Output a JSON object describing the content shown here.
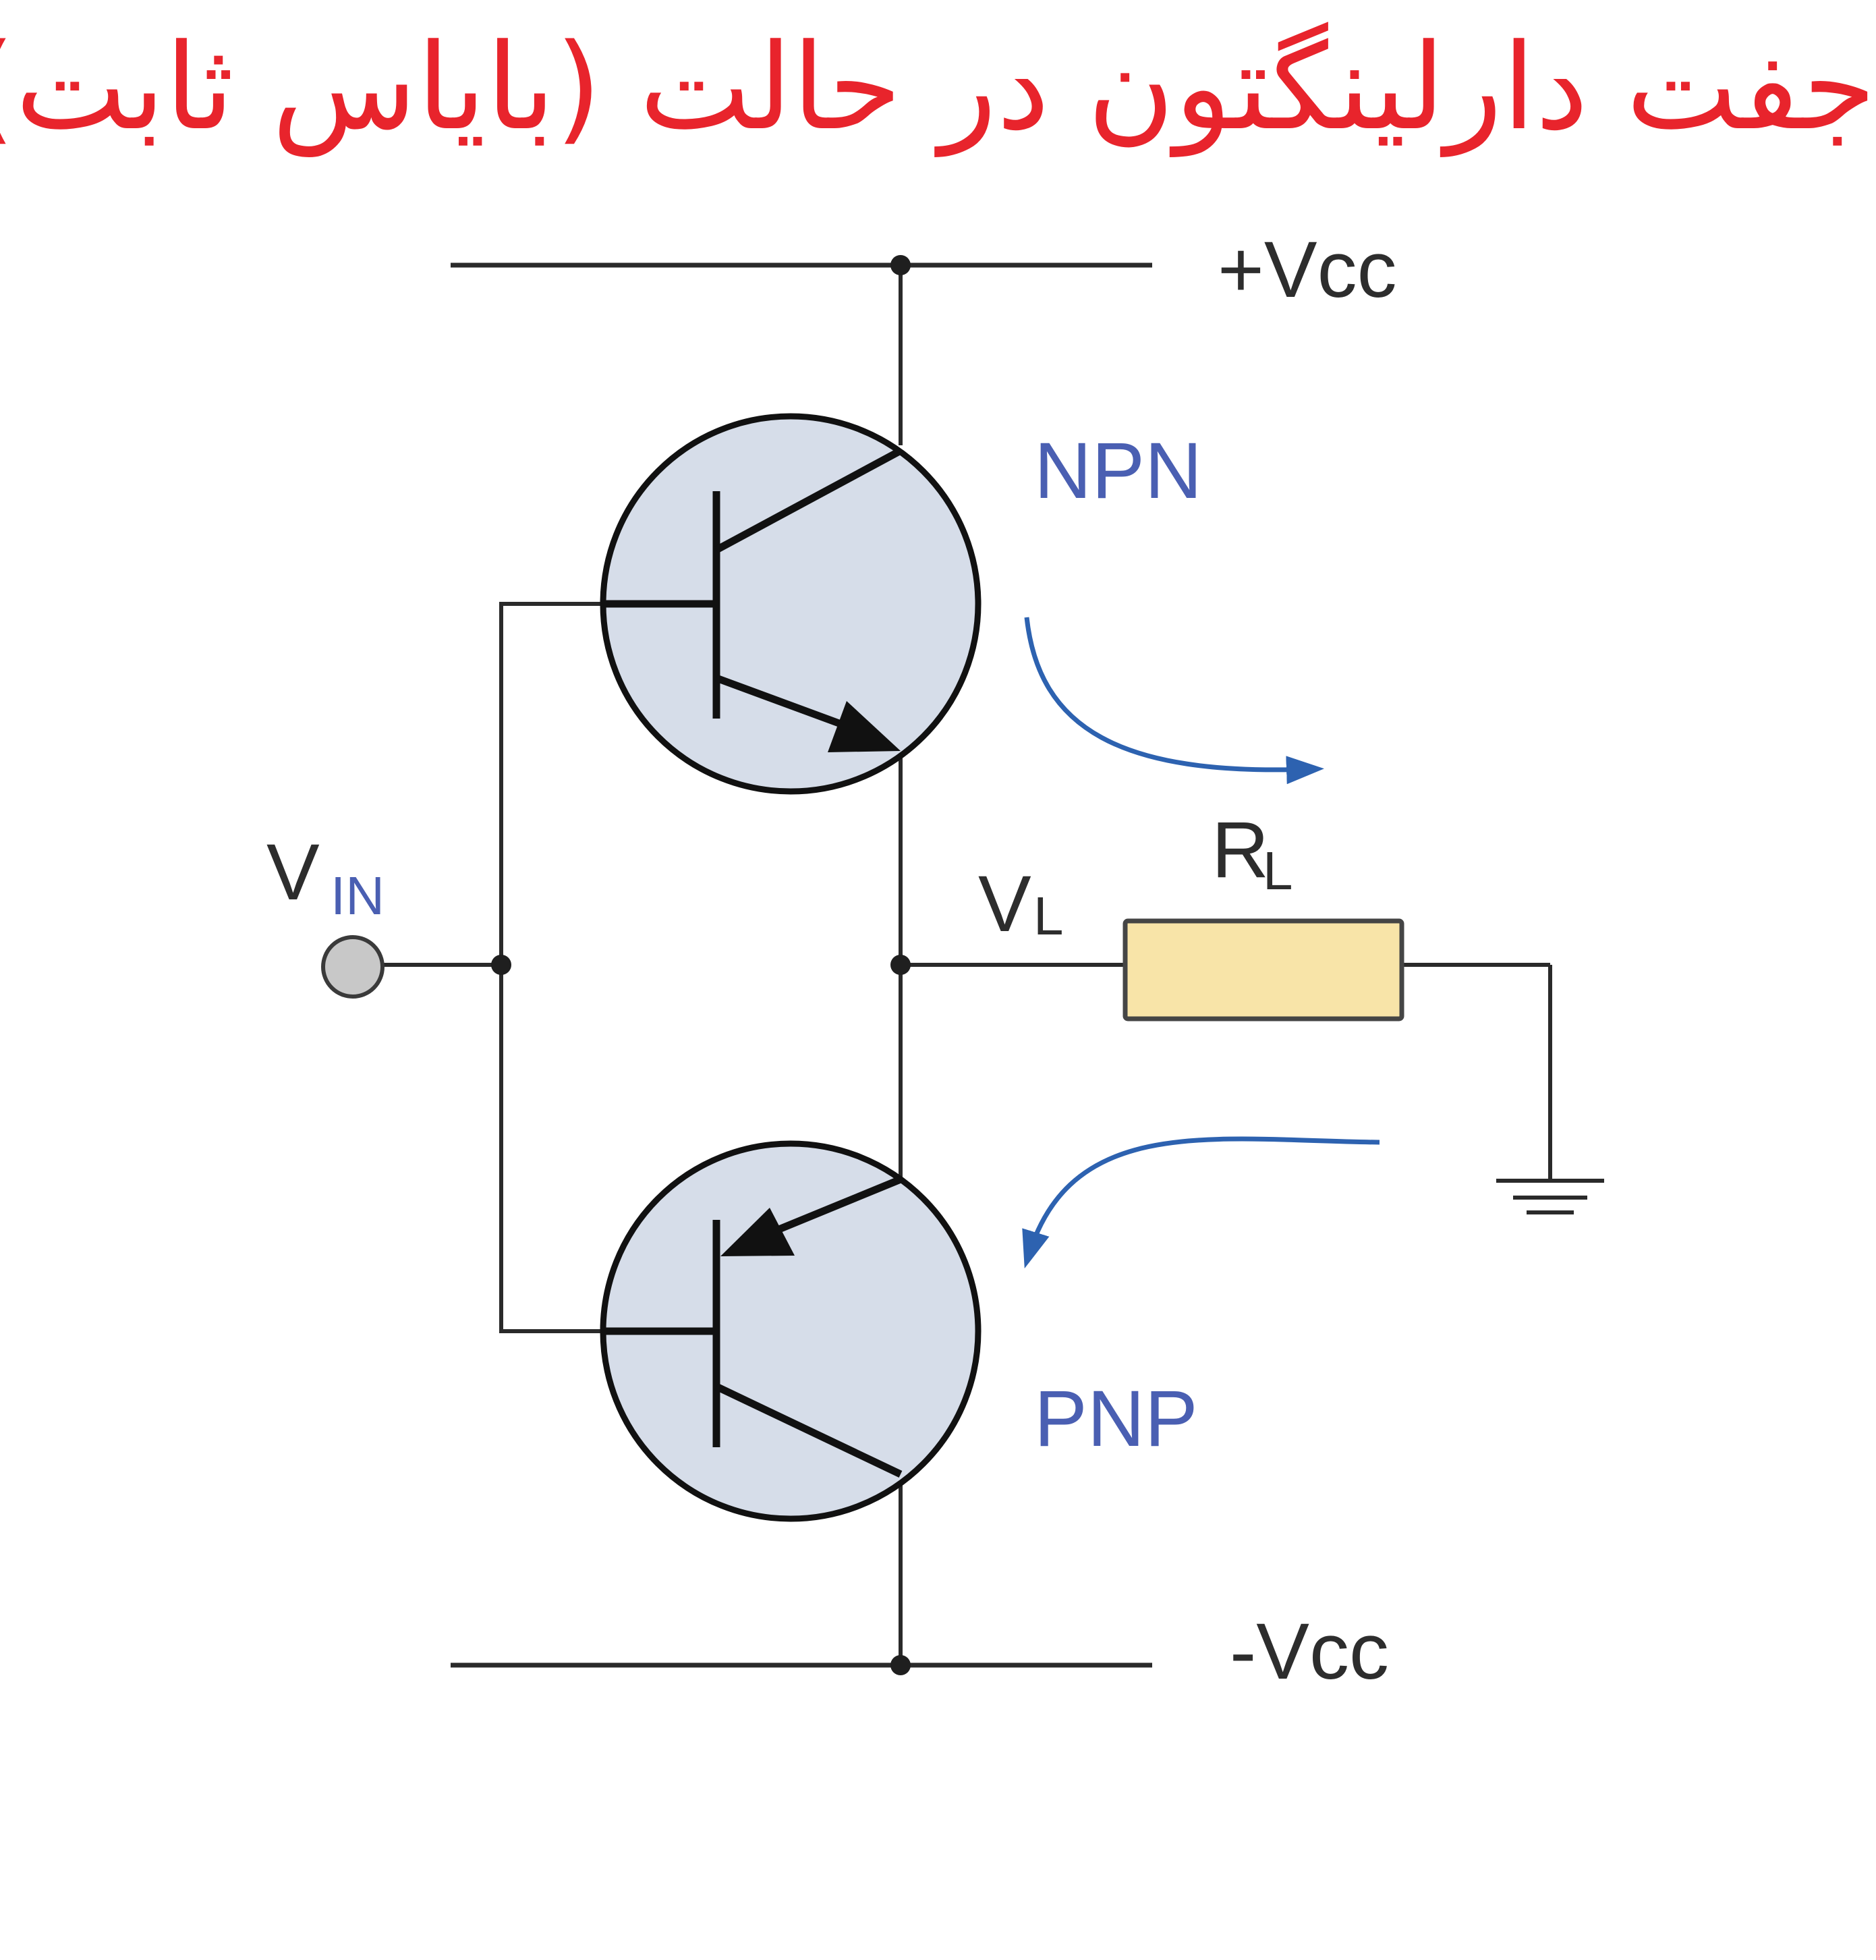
{
  "title": "جفت دارلینگتون در حالت (بایاس ثابت)",
  "labels": {
    "supply_pos": "+Vcc",
    "supply_neg": "-Vcc",
    "npn": "NPN",
    "pnp": "PNP",
    "vin_main": "V",
    "vin_sub": "IN",
    "vl_main": "V",
    "vl_sub": "L",
    "rl_main": "R",
    "rl_sub": "L"
  },
  "colors": {
    "title": "#e8242c",
    "transistor_fill": "#d6dde9",
    "resistor_fill": "#f8e4a8",
    "current_arrow": "#2d62b0",
    "transistor_label": "#4a5fb2"
  }
}
